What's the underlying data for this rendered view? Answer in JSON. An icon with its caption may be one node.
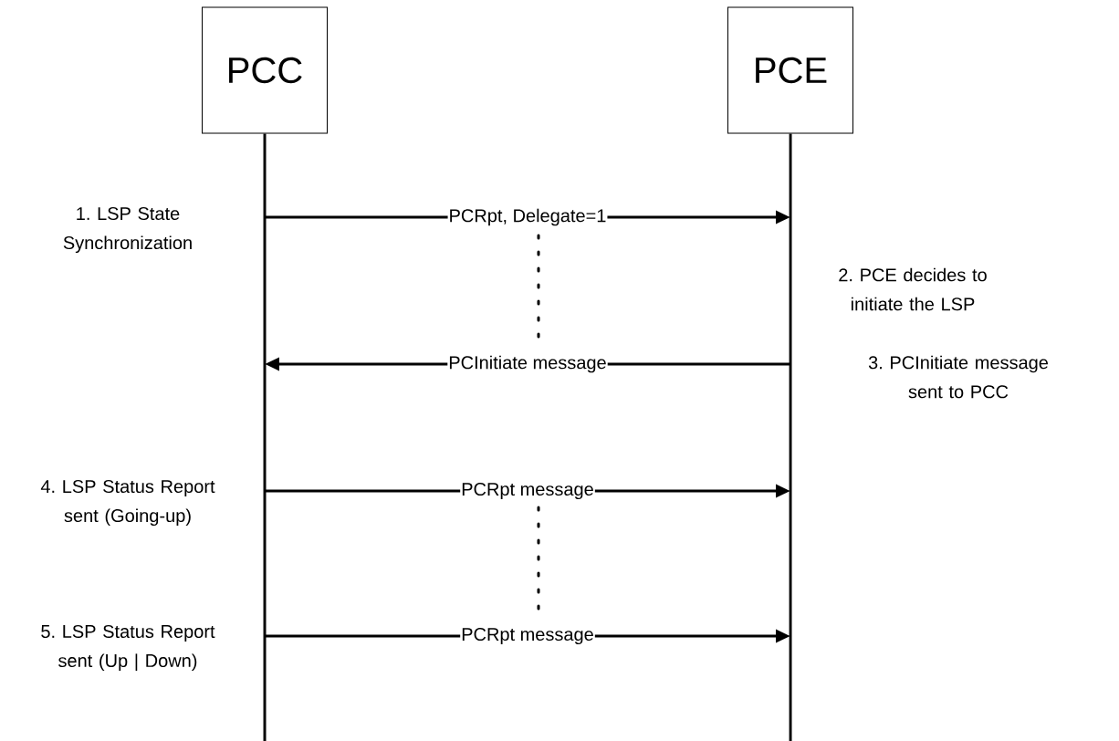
{
  "diagram": {
    "nodes": [
      {
        "text": [
          "PCC"
        ]
      },
      {
        "text": [
          "PCE"
        ]
      }
    ],
    "edges": [
      {
        "from": 0,
        "to": 1,
        "arrow": "to",
        "label": "PCRpt, Delegate=1"
      },
      {
        "from": 1,
        "to": 0,
        "arrow": "to",
        "label": "PCInitiate message"
      },
      {
        "from": 0,
        "to": 1,
        "arrow": "to",
        "label": "PCRpt message"
      },
      {
        "from": 0,
        "to": 1,
        "arrow": "to",
        "label": "PCRpt message"
      }
    ],
    "labels": [
      "1. LSP State Synchronization",
      "2. PCE decides to initiate the LSP",
      "3. PCInitiate message sent to PCC",
      "4. LSP Status Report sent (Going-up)",
      "5. LSP Status Report sent (Up | Down)"
    ]
  }
}
